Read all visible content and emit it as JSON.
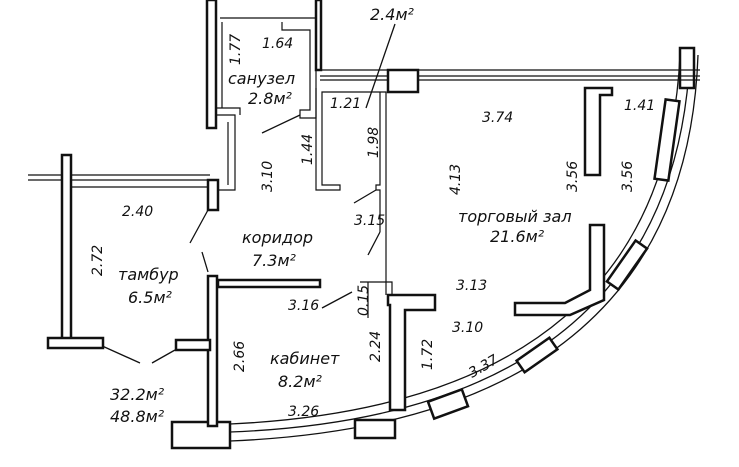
{
  "plan": {
    "rooms": {
      "sanuzel": {
        "name": "санузел",
        "area": "2.8м²"
      },
      "koridor": {
        "name": "коридор",
        "area": "7.3м²"
      },
      "tambur": {
        "name": "тамбур",
        "area": "6.5м²"
      },
      "kabinet": {
        "name": "кабинет",
        "area": "8.2м²"
      },
      "torgoviy_zal": {
        "name": "торговый зал",
        "area": "21.6м²"
      },
      "closet_area": "2.4м²"
    },
    "totals": {
      "area_1": "32.2м²",
      "area_2": "48.8м²"
    },
    "dimensions": [
      "1.77",
      "1.64",
      "1.21",
      "1.44",
      "1.98",
      "3.10",
      "3.15",
      "3.74",
      "1.41",
      "4.13",
      "3.56",
      "3.56",
      "2.40",
      "2.72",
      "3.16",
      "0.15",
      "3.13",
      "2.66",
      "2.24",
      "1.72",
      "3.10",
      "3.37",
      "3.26"
    ]
  }
}
